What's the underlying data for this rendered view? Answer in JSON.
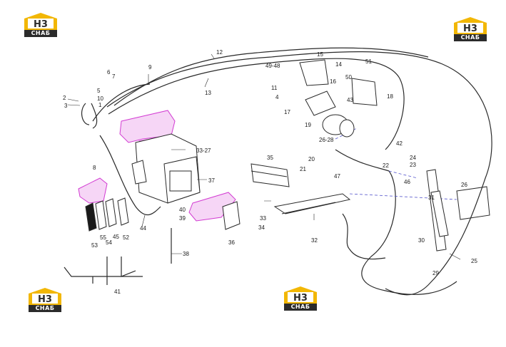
{
  "logo": {
    "text": "CHAБ",
    "mark": "H3",
    "colors": {
      "accent": "#f2b705",
      "dark": "#2b2b2b"
    }
  },
  "labels": {
    "l1": "1",
    "l2": "2",
    "l3": "3",
    "l4": "4",
    "l5": "5",
    "l6": "6",
    "l7": "7",
    "l8": "8",
    "l9": "9",
    "l10": "10",
    "l11": "11",
    "l12": "12",
    "l13": "13",
    "l14": "14",
    "l15": "15",
    "l16": "16",
    "l17": "17",
    "l18": "18",
    "l19": "19",
    "l20": "20",
    "l21": "21",
    "l22": "22",
    "l23": "23",
    "l24": "24",
    "l25": "25",
    "l26": "26",
    "l2628": "26-28",
    "l29": "29",
    "l30": "30",
    "l31": "31",
    "l32": "32",
    "l3327": "33-27",
    "l33": "33",
    "l34": "34",
    "l35": "35",
    "l36": "36",
    "l37": "37",
    "l38": "38",
    "l39": "39",
    "l40": "40",
    "l41": "41",
    "l42": "42",
    "l43": "43",
    "l44": "44",
    "l45": "45",
    "l46": "46",
    "l47": "47",
    "l4948": "49-48",
    "l50": "50",
    "l51": "51",
    "l52": "52",
    "l53": "53",
    "l54": "54",
    "l55": "55"
  },
  "colors": {
    "line": "#2a2a2a",
    "highlight": "#d23ad2",
    "highlight_fill": "#f6d6f6",
    "dash": "#5555cc"
  }
}
